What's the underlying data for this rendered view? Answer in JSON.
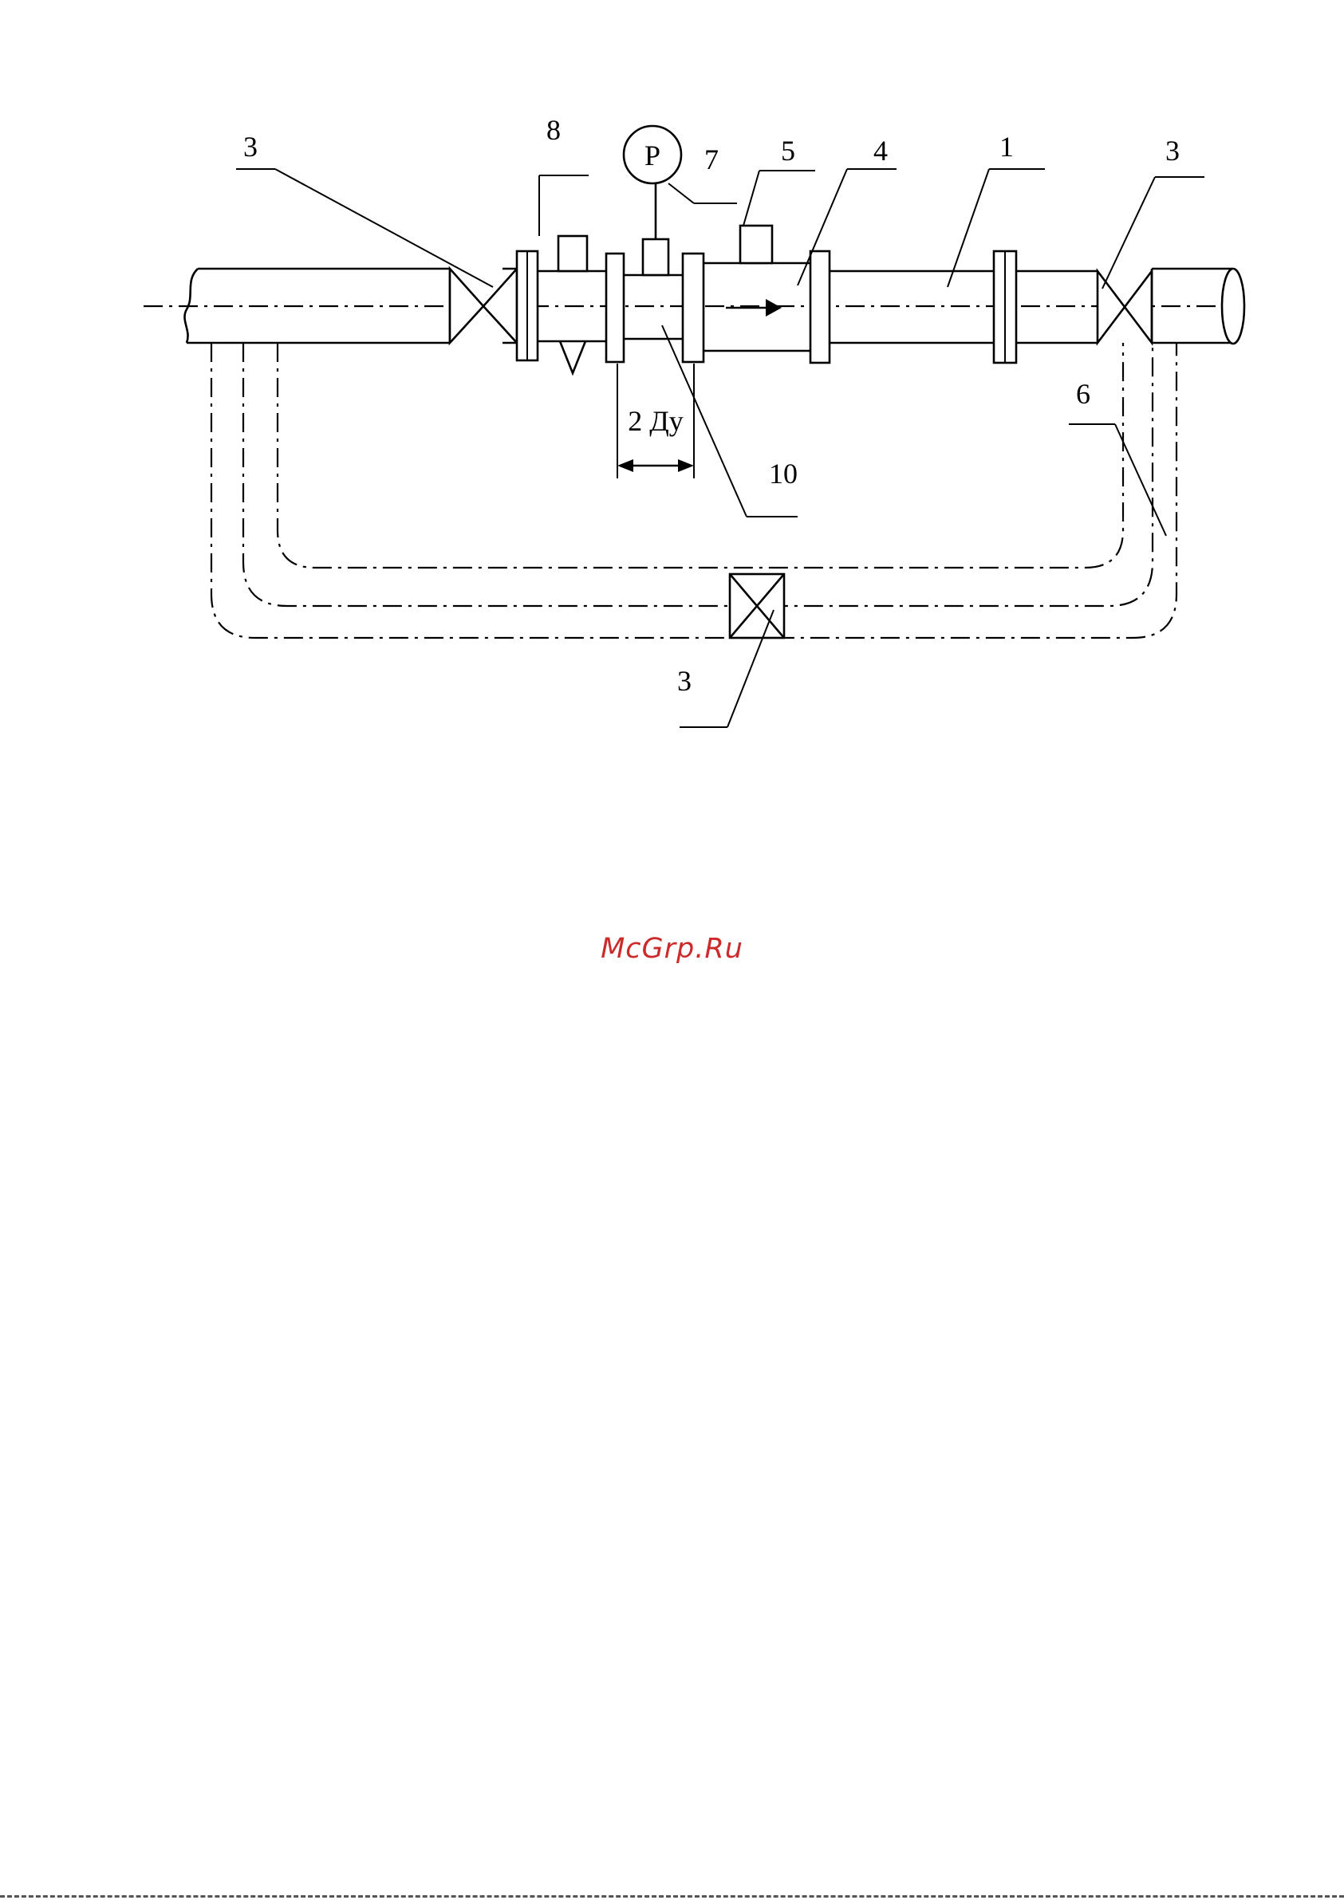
{
  "diagram": {
    "labels": {
      "valve_left": "3",
      "valve_right": "3",
      "valve_bypass": "3",
      "pipe_1": "1",
      "flowmeter_4": "4",
      "sensor_5": "5",
      "bypass_6": "6",
      "pressure_7": "7",
      "thermometer_8": "8",
      "straight_section_10": "10",
      "pressure_gauge_symbol": "P",
      "dimension": "2 Ду"
    }
  },
  "watermark": "McGrp.Ru"
}
